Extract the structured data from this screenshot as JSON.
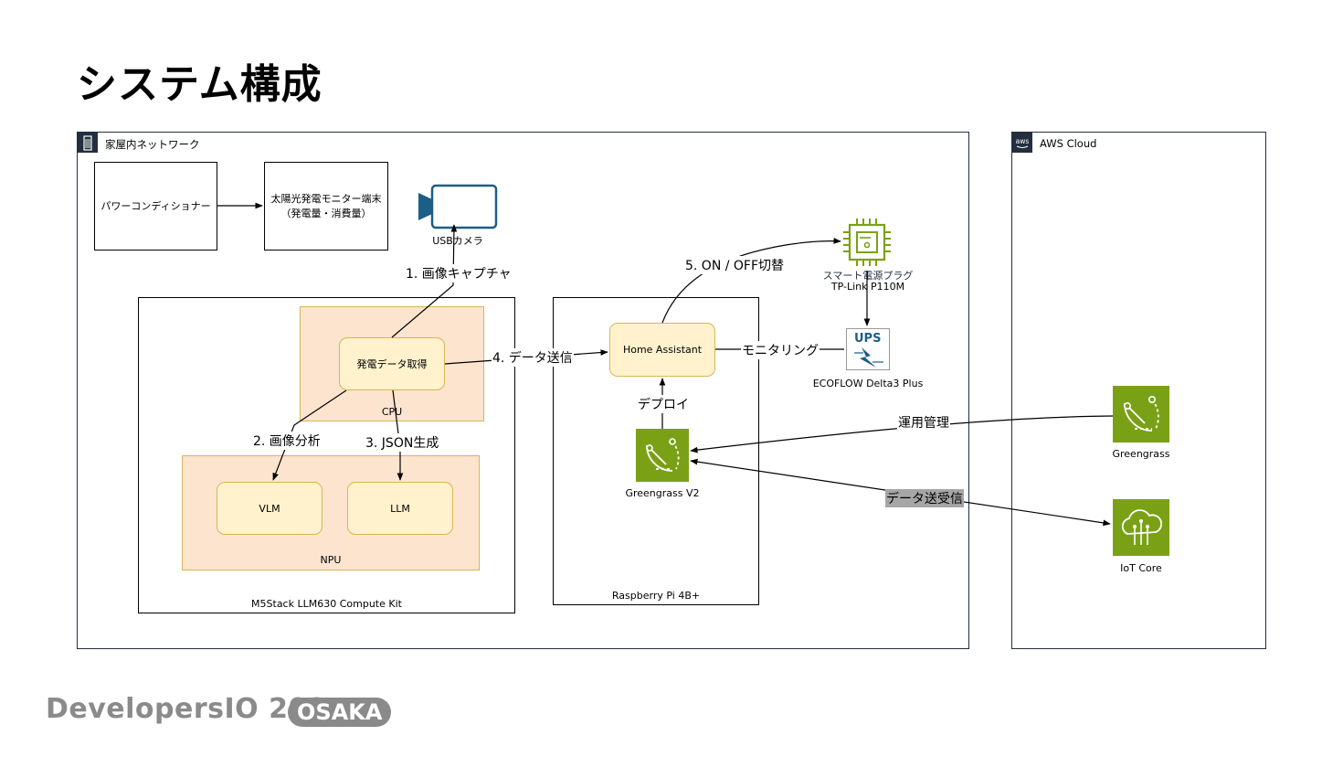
{
  "title": "システム構成",
  "groups": {
    "home": "家屋内ネットワーク",
    "aws": "AWS Cloud",
    "m5stack": "M5Stack LLM630 Compute Kit",
    "raspi": "Raspberry Pi 4B+",
    "cpu": "CPU",
    "npu": "NPU"
  },
  "nodes": {
    "power_conditioner": "パワーコンディショナー",
    "solar_monitor_line1": "太陽光発電モニター端末",
    "solar_monitor_line2": "（発電量・消費量）",
    "usb_camera": "USBカメラ",
    "data_acquire": "発電データ取得",
    "vlm": "VLM",
    "llm": "LLM",
    "home_assistant": "Home Assistant",
    "greengrass_v2": "Greengrass V2",
    "smart_plug_line1": "スマート電源プラグ",
    "smart_plug_line2": "TP-Link P110M",
    "ups_badge": "UPS",
    "ecoflow": "ECOFLOW Delta3 Plus",
    "greengrass_cloud": "Greengrass",
    "iot_core": "IoT Core"
  },
  "edges": {
    "capture": "1. 画像キャプチャ",
    "analyze": "2. 画像分析",
    "json": "3. JSON生成",
    "send": "4. データ送信",
    "toggle": "5. ON / OFF切替",
    "monitoring": "モニタリング",
    "deploy": "デプロイ",
    "ops": "運用管理",
    "data_tx": "データ送受信"
  },
  "footer": {
    "brand": "DevelopersIO 2025",
    "city": "OSAKA"
  },
  "colors": {
    "group_border": "#232f3e",
    "npu_cpu_fill": "#fde4cf",
    "node_fill": "#fff2cc",
    "node_border": "#d6b656",
    "aws_green": "#7aa116",
    "camera_blue": "#1b5e86",
    "footer_gray": "#8a8a8a"
  }
}
